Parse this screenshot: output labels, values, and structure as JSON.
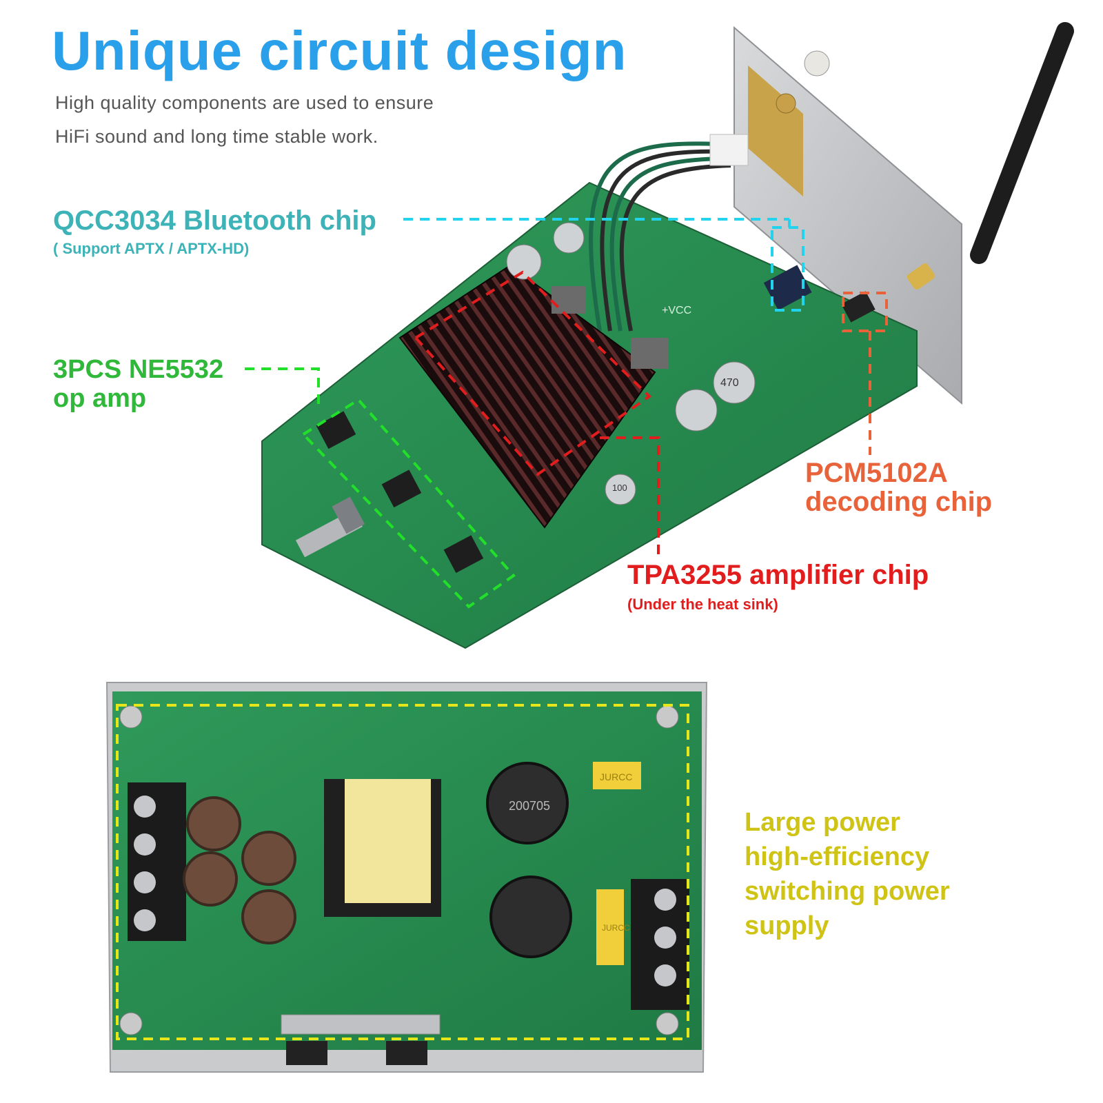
{
  "header": {
    "title": "Unique circuit design",
    "subtitle_line1": "High quality components are used to ensure",
    "subtitle_line2": "HiFi sound and long time stable work."
  },
  "callouts": {
    "bluetooth": {
      "title": "QCC3034 Bluetooth chip",
      "note": "( Support APTX / APTX-HD)",
      "color": "#3db3b8",
      "line_color": "#22d3ee"
    },
    "opamp": {
      "line1": "3PCS NE5532",
      "line2": "op amp",
      "color": "#2fb83a",
      "line_color": "#22e02a"
    },
    "decoder": {
      "line1": "PCM5102A",
      "line2": "decoding chip",
      "color": "#e8623a",
      "line_color": "#e8623a"
    },
    "amplifier": {
      "title": "TPA3255 amplifier chip",
      "note": "(Under the heat sink)",
      "color": "#e21d1d",
      "line_color": "#e21d1d"
    },
    "power": {
      "line1": "Large power",
      "line2": "high-efficiency",
      "line3": "switching power",
      "line4": "supply",
      "color": "#cfc416",
      "line_color": "#e6e61a"
    }
  },
  "board_markings": {
    "cap_1": "470",
    "cap_2": "100",
    "vcc": "+VCC",
    "brand_1": "JURCC",
    "brand_2": "JURCC",
    "choke": "200705"
  },
  "icons": [
    "antenna-icon",
    "rca-jack-icon",
    "volume-knob-icon"
  ]
}
